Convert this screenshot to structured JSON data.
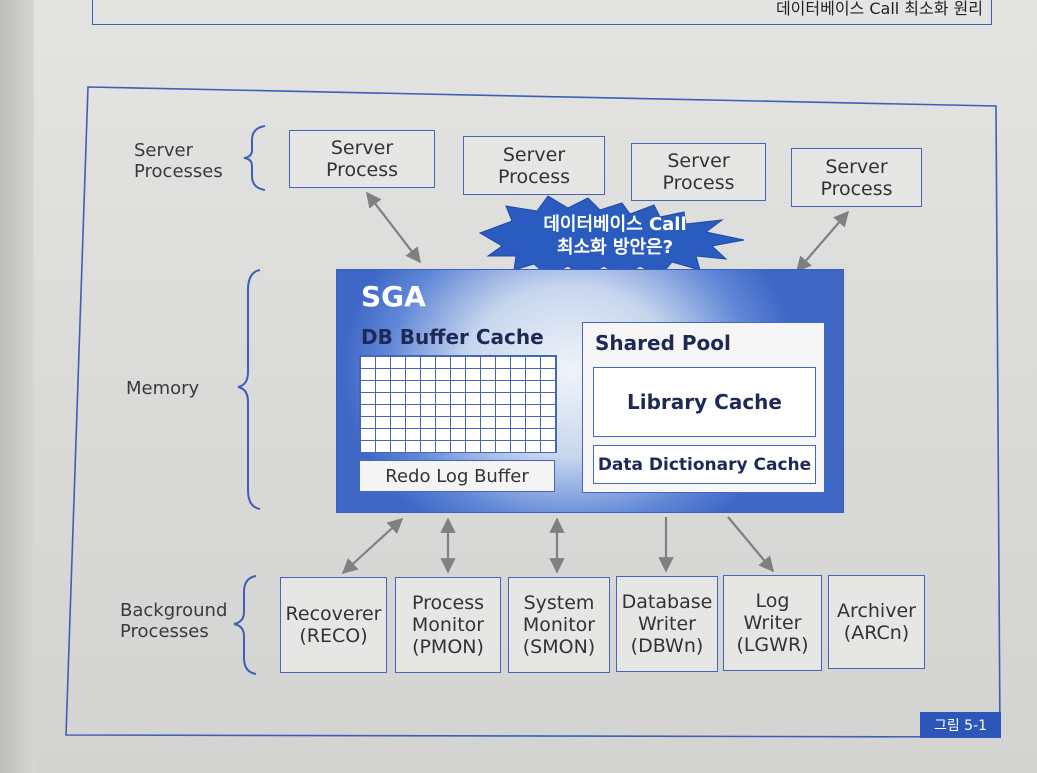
{
  "header": {
    "text": "데이터베이스 Call 최소화 원리"
  },
  "labels": {
    "server_processes": "Server\nProcesses",
    "memory": "Memory",
    "background_processes": "Background\nProcesses"
  },
  "server_processes": [
    "Server\nProcess",
    "Server\nProcess",
    "Server\nProcess",
    "Server\nProcess"
  ],
  "callout": {
    "line1": "데이터베이스 Call",
    "line2": "최소화 방안은?"
  },
  "sga": {
    "title": "SGA",
    "db_buffer_cache": "DB Buffer Cache",
    "redo_log_buffer": "Redo Log Buffer",
    "shared_pool": "Shared Pool",
    "library_cache": "Library Cache",
    "data_dictionary_cache": "Data Dictionary Cache"
  },
  "background_processes": [
    "Recoverer\n(RECO)",
    "Process\nMonitor\n(PMON)",
    "System\nMonitor\n(SMON)",
    "Database\nWriter\n(DBWn)",
    "Log\nWriter\n(LGWR)",
    "Archiver\n(ARCn)"
  ],
  "figure_label": "그림 5-1",
  "colors": {
    "frame_blue": "#3d5fb8",
    "sga_blue": "#3e67c6",
    "arrow_gray": "#808080",
    "callout_blue": "#2a5cc0"
  }
}
